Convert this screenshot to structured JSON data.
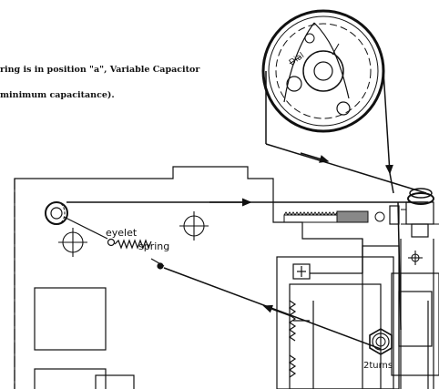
{
  "caption": {
    "line1": "ring is in position \"a\",  Variable Capacitor",
    "line2": "minimum capacitance)."
  },
  "labels": {
    "dial": "Dial",
    "eyelet": "eyelet",
    "spring": "spring",
    "turns": "2turns"
  },
  "colors": {
    "ink": "#111111",
    "background": "#ffffff"
  }
}
